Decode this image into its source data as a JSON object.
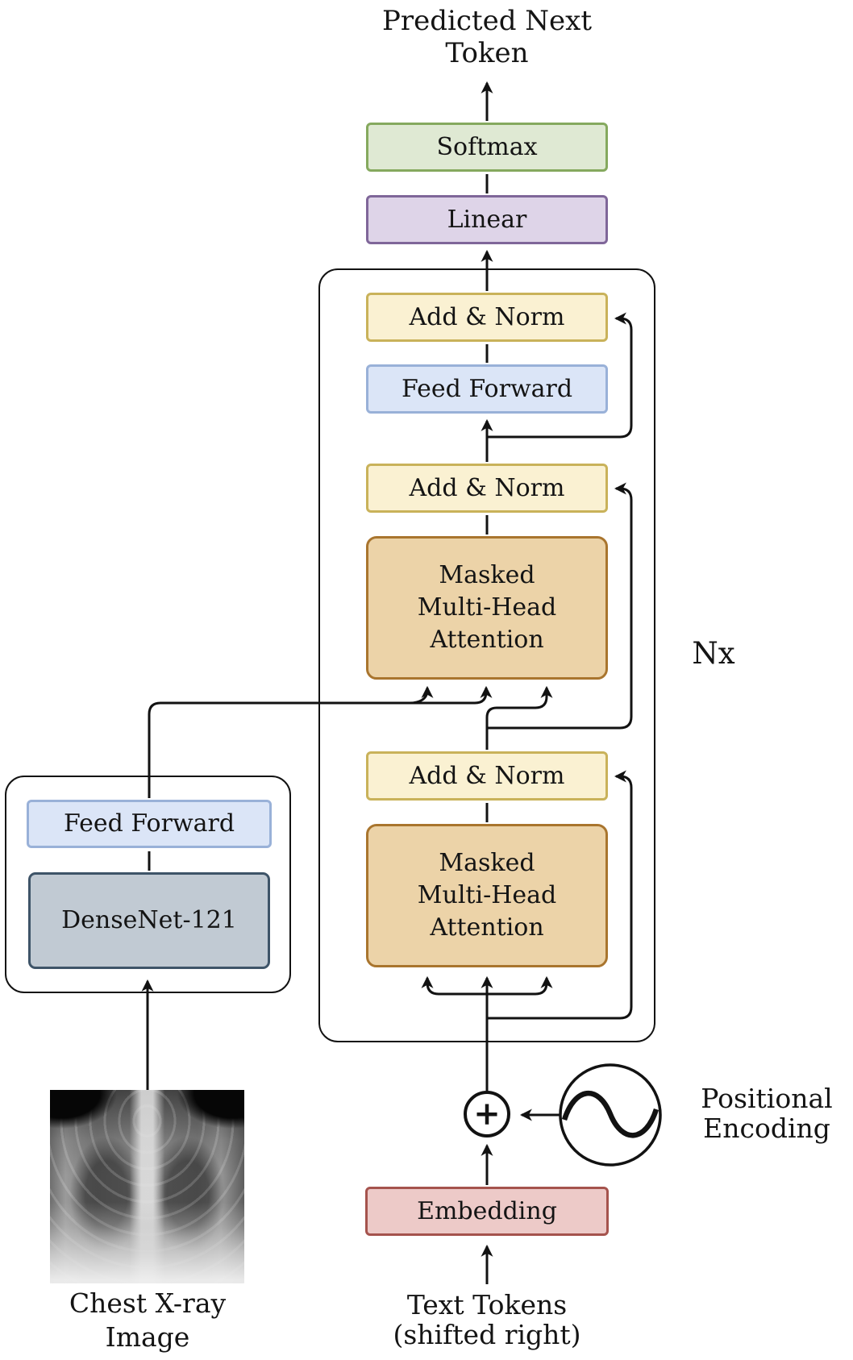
{
  "title": {
    "line1": "Predicted Next",
    "line2": "Token"
  },
  "decoder": {
    "softmax_label": "Softmax",
    "linear_label": "Linear",
    "add_norm_top_label": "Add & Norm",
    "feed_forward_label": "Feed Forward",
    "add_norm_middle_label": "Add & Norm",
    "cross_attention_lines": [
      "Masked",
      "Multi-Head",
      "Attention"
    ],
    "add_norm_bottom_label": "Add & Norm",
    "self_attention_lines": [
      "Masked",
      "Multi-Head",
      "Attention"
    ],
    "nx_label": "Nx"
  },
  "encoder": {
    "feed_forward_label": "Feed Forward",
    "backbone_label": "DenseNet-121"
  },
  "bottom": {
    "embedding_label": "Embedding",
    "plus_label": "+",
    "positional_encoding_lines": [
      "Positional",
      "Encoding"
    ],
    "text_tokens_lines": [
      "Text Tokens",
      "(shifted right)"
    ],
    "xray_caption_lines": [
      "Chest X-ray",
      "Image"
    ]
  },
  "colors": {
    "softmax_fill": "#dfe9d3",
    "softmax_border": "#85a95e",
    "linear_fill": "#ded4e8",
    "linear_border": "#7f6699",
    "add_norm_fill": "#faf1d2",
    "add_norm_border": "#c9b25a",
    "feed_forward_fill": "#dbe5f7",
    "feed_forward_border": "#99b1d8",
    "attention_fill": "#ecd3a8",
    "attention_border": "#a9752e",
    "embedding_fill": "#edcac8",
    "embedding_border": "#a5534d",
    "densenet_fill": "#c1cad3",
    "densenet_border": "#3e5468",
    "line_color": "#121212"
  }
}
